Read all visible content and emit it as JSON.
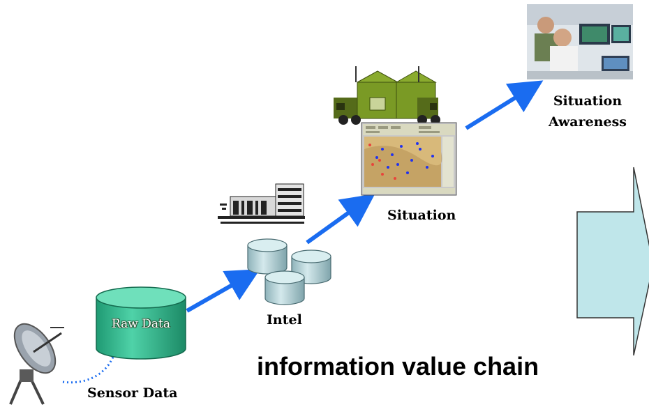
{
  "labels": {
    "raw_data": "Raw Data",
    "intel": "Intel",
    "situation": "Situation",
    "situation_awareness_line1": "Situation",
    "situation_awareness_line2": "Awareness",
    "sensor_data": "Sensor Data",
    "chain_title": "information value chain"
  },
  "icons": [
    "satellite-dish-icon",
    "database-cylinder-icon",
    "building-icon",
    "military-truck-shelter-icon",
    "map-screen-icon",
    "operators-photo-icon",
    "block-arrow-icon"
  ],
  "colors": {
    "flow_arrow": "#1a6cf0",
    "raw_data_cylinder": "#2fb089",
    "intel_cylinder": "#a9c9cf",
    "block_arrow_fill": "#bfe6ea",
    "truck_green": "#6e8f1e"
  }
}
